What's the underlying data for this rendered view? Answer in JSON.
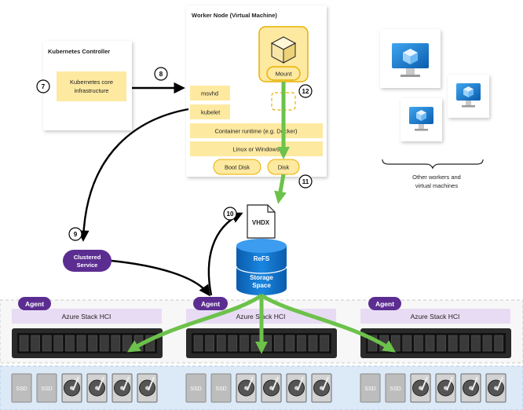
{
  "controller": {
    "title": "Kubernetes Controller",
    "core_line1": "Kubernetes core",
    "core_line2": "infrastructure"
  },
  "worker": {
    "title": "Worker Node (Virtual Machine)",
    "msvhd": "msvhd",
    "kubelet": "kubelet",
    "container_runtime": "Container runtime (e.g. Docker)",
    "os": "Linux or Windows",
    "boot_disk": "Boot Disk",
    "disk": "Disk",
    "mount": "Mount"
  },
  "others": {
    "line1": "Other workers and",
    "line2": "virtual machines"
  },
  "storage": {
    "vhdx": "VHDX",
    "refs": "ReFS",
    "space_line1": "Storage",
    "space_line2": "Space"
  },
  "clustered_service": {
    "line1": "Clustered",
    "line2": "Service"
  },
  "steps": [
    "7",
    "8",
    "9",
    "10",
    "11",
    "12"
  ],
  "nodes": [
    {
      "agent": "Agent",
      "label": "Azure Stack HCI"
    },
    {
      "agent": "Agent",
      "label": "Azure Stack HCI"
    },
    {
      "agent": "Agent",
      "label": "Azure Stack HCI"
    }
  ],
  "drive_label": "SSD",
  "colors": {
    "yellow_fill": "#fde9a0",
    "yellow_stroke": "#e8b100",
    "purple": "#5c2d91",
    "lavender": "#e8dcf4",
    "green_arrow": "#6cc24a",
    "blue": "#0078d4",
    "drive_band": "#dce9f7"
  }
}
